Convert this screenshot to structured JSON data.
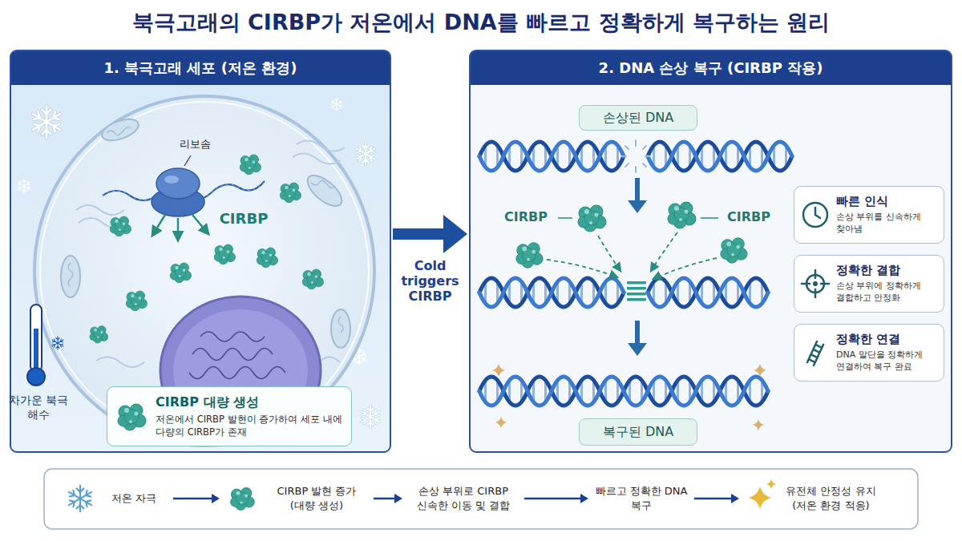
{
  "diagram": {
    "title": "북극고래의 CIRBP가 저온에서 DNA를 빠르고 정확하게 복구하는 원리",
    "nodes": [
      {
        "text": [
          "1. 북극고래 세포 (저온 환경)"
        ]
      },
      {
        "text": [
          "CIRBP 대량 생성",
          "저온에서 CIRBP 발현이 증가하여 세포 내에 다량의 CIRBP가 존재"
        ],
        "in": 0
      },
      {
        "text": [
          "2. DNA 손상 복구 (CIRBP 작용)"
        ]
      },
      {
        "text": [
          "손상된 DNA"
        ],
        "in": 2
      },
      {
        "text": [
          "빠른 인식",
          "손상 부위를 신속하게 찾아냄"
        ],
        "in": 2
      },
      {
        "text": [
          "정확한 결합",
          "손상 부위에 정확하게 결합하고 안정화"
        ],
        "in": 2
      },
      {
        "text": [
          "정확한 연결",
          "DNA 말단을 정확하게 연결하여 복구 완료"
        ],
        "in": 2
      },
      {
        "text": [
          "복구된 DNA"
        ],
        "in": 2
      },
      {
        "text": [
          "저온 자극"
        ]
      },
      {
        "text": [
          "CIRBP 발현 증가 (대량 생성)"
        ]
      },
      {
        "text": [
          "손상 부위로 CIRBP 신속한 이동 및 결합"
        ]
      },
      {
        "text": [
          "빠르고 정확한 DNA 복구"
        ]
      },
      {
        "text": [
          "유전체 안정성 유지 (저온 환경 적응)"
        ]
      }
    ],
    "edges": [
      {
        "from": 0,
        "to": 2,
        "arrow": "to",
        "label": "Cold triggers CIRBP"
      },
      {
        "from": 8,
        "to": 9,
        "arrow": "to"
      },
      {
        "from": 9,
        "to": 10,
        "arrow": "to"
      },
      {
        "from": 10,
        "to": 11,
        "arrow": "to"
      },
      {
        "from": 11,
        "to": 12,
        "arrow": "to"
      }
    ],
    "labels": [
      "리보솜",
      "CIRBP",
      "차가운 북극 해수",
      "CIRBP",
      "CIRBP"
    ]
  }
}
